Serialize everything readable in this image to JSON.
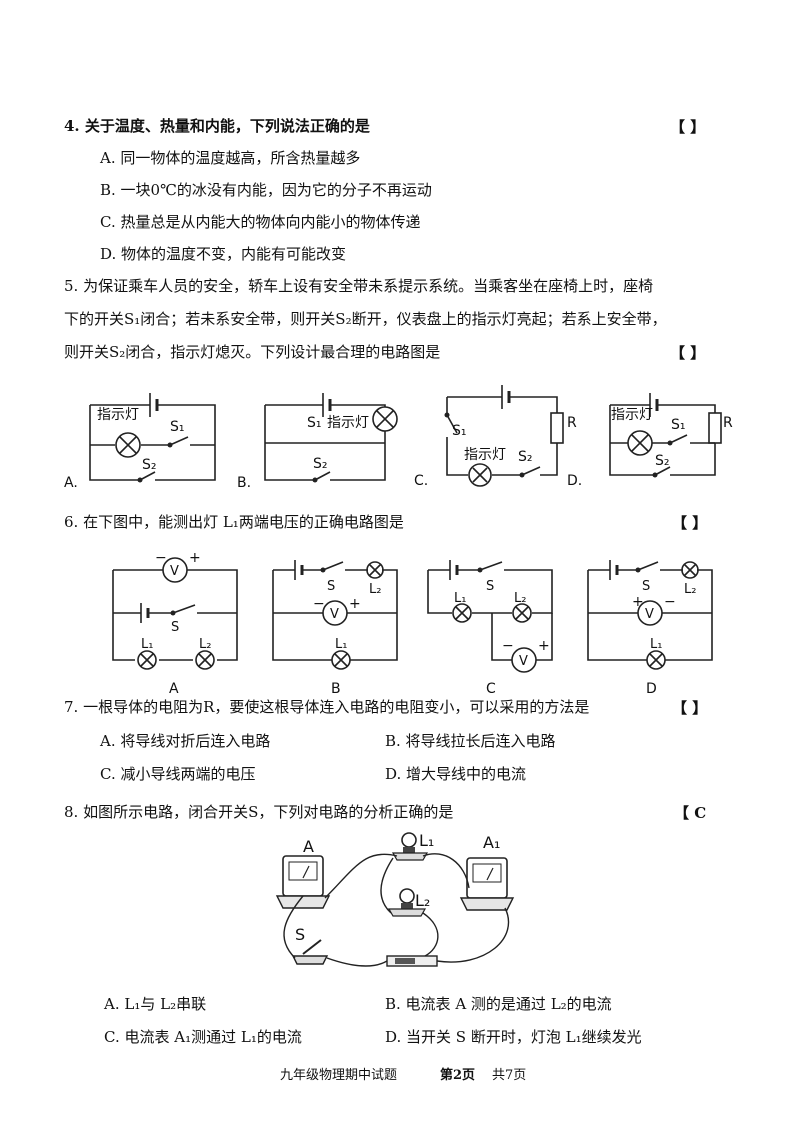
{
  "q4": {
    "stem": "4. 关于温度、热量和内能，下列说法正确的是",
    "bracket": "【    】",
    "options": [
      "A. 同一物体的温度越高，所含热量越多",
      "B. 一块0℃的冰没有内能，因为它的分子不再运动",
      "C. 热量总是从内能大的物体向内能小的物体传递",
      "D. 物体的温度不变，内能有可能改变"
    ]
  },
  "q5": {
    "lines": [
      "5. 为保证乘车人员的安全，轿车上设有安全带未系提示系统。当乘客坐在座椅上时，座椅",
      "下的开关S₁闭合；若未系安全带，则开关S₂断开，仪表盘上的指示灯亮起；若系上安全带，",
      "则开关S₂闭合，指示灯熄灭。下列设计最合理的电路图是"
    ],
    "bracket": "【    】",
    "labels": {
      "a": "A.",
      "b": "B.",
      "c": "C.",
      "d": "D."
    },
    "lamp": "指示灯",
    "s1": "S₁",
    "s2": "S₂",
    "r": "R"
  },
  "q6": {
    "stem": "6. 在下图中，能测出灯 L₁两端电压的正确电路图是",
    "bracket": "【    】",
    "captions": [
      "A",
      "B",
      "C",
      "D"
    ],
    "v": "V",
    "s": "S",
    "l1": "L₁",
    "l2": "L₂",
    "plus": "+",
    "minus": "−"
  },
  "q7": {
    "stem": "7. 一根导体的电阻为R，要使这根导体连入电路的电阻变小，可以采用的方法是",
    "bracket": "【    】",
    "options": [
      "A. 将导线对折后连入电路",
      "B. 将导线拉长后连入电路",
      "C. 减小导线两端的电压",
      "D. 增大导线中的电流"
    ]
  },
  "q8": {
    "stem": "8. 如图所示电路，闭合开关S，下列对电路的分析正确的是",
    "bracket": "【 C",
    "labels": {
      "a": "A",
      "a1": "A₁",
      "l1": "L₁",
      "l2": "L₂",
      "s": "S"
    },
    "options": [
      "A. L₁与 L₂串联",
      "B. 电流表 A 测的是通过 L₂的电流",
      "C. 电流表 A₁测通过 L₁的电流",
      "D. 当开关 S 断开时，灯泡 L₁继续发光"
    ]
  },
  "footer": {
    "title": "九年级物理期中试题",
    "page": "第2页",
    "total": "共7页"
  }
}
